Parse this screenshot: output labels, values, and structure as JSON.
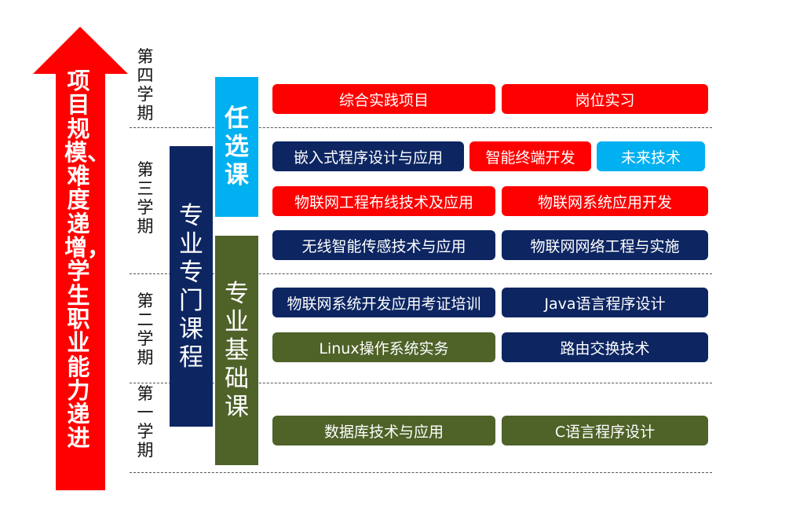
{
  "colors": {
    "red": "#ff0000",
    "navy": "#0d2662",
    "sky": "#00b0f0",
    "olive": "#4f6228"
  },
  "arrow": {
    "text": "项目规模、难度递增，学生职业能力递进",
    "color": "#ff0000"
  },
  "semesters": [
    {
      "label": "第四学期"
    },
    {
      "label": "第三学期"
    },
    {
      "label": "第二学期"
    },
    {
      "label": "第一学期"
    }
  ],
  "categories": {
    "major_special": "专业专门课程",
    "elective": "任选课",
    "major_basic": "专业基础课"
  },
  "courses": {
    "c1": "综合实践项目",
    "c2": "岗位实习",
    "c3": "嵌入式程序设计与应用",
    "c4": "智能终端开发",
    "c5": "未来技术",
    "c6": "物联网工程布线技术及应用",
    "c7": "物联网系统应用开发",
    "c8": "无线智能传感技术与应用",
    "c9": "物联网网络工程与实施",
    "c10": "物联网系统开发应用考证培训",
    "c11": "Java语言程序设计",
    "c12": "Linux操作系统实务",
    "c13": "路由交换技术",
    "c14": "数据库技术与应用",
    "c15": "C语言程序设计"
  }
}
